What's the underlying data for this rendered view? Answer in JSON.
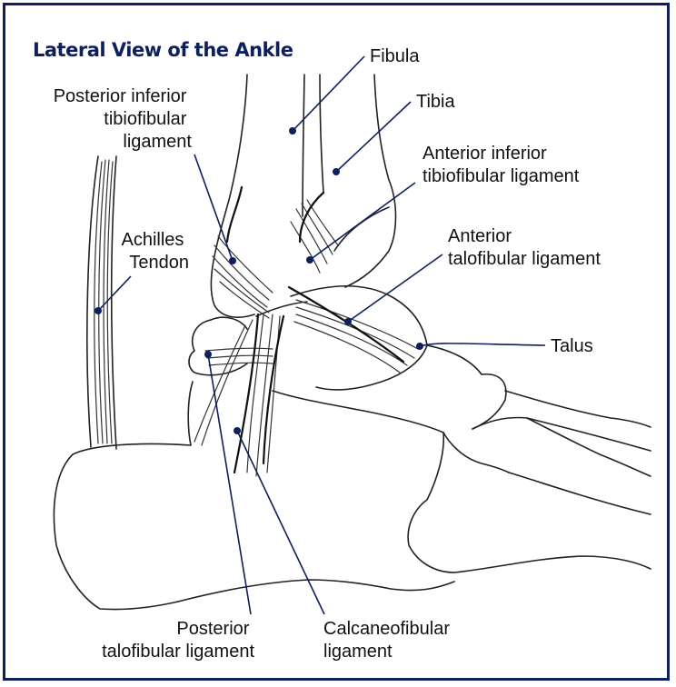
{
  "title": "Lateral View of the Ankle",
  "colors": {
    "accent": "#0d1f5c",
    "line": "#222222",
    "background": "#ffffff"
  },
  "labels": {
    "fibula": [
      "Fibula"
    ],
    "tibia": [
      "Tibia"
    ],
    "post_inf_tib": [
      "Posterior inferior",
      "tibiofibular",
      "ligament"
    ],
    "achilles": [
      "Achilles",
      "Tendon"
    ],
    "ant_inf_tib": [
      "Anterior inferior",
      "tibiofibular ligament"
    ],
    "ant_talo": [
      "Anterior",
      "talofibular ligament"
    ],
    "talus": [
      "Talus"
    ],
    "post_talo": [
      "Posterior",
      "talofibular ligament"
    ],
    "calcaneo": [
      "Calcaneofibular",
      "ligament"
    ]
  }
}
